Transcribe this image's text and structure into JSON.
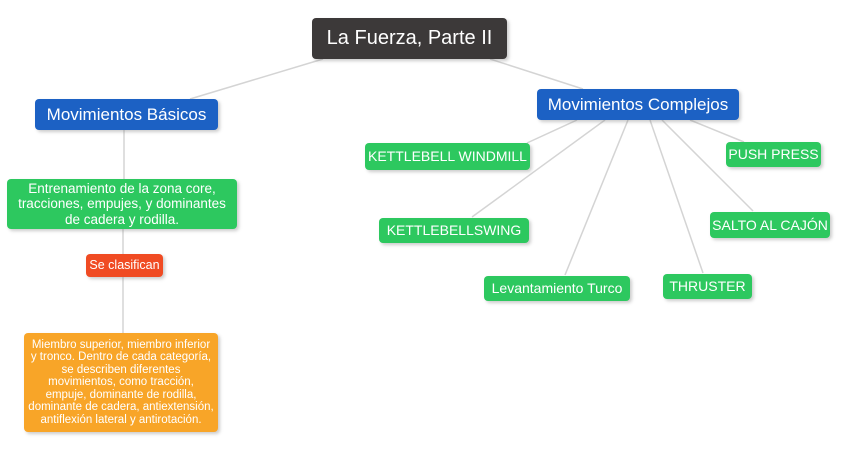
{
  "diagram": {
    "nodes": {
      "root": {
        "label": "La Fuerza, Parte II"
      },
      "basicos": {
        "label": "Movimientos Básicos"
      },
      "complejos": {
        "label": "Movimientos Complejos"
      },
      "basicos_descripcion": {
        "label": "Entrenamiento de la zona core, tracciones, empujes, y dominantes de cadera y rodilla."
      },
      "se_clasifican": {
        "label": "Se clasifican"
      },
      "clasificacion_nota": {
        "label": "Miembro superior, miembro inferior y tronco. Dentro de cada categoría, se describen diferentes movimientos, como tracción, empuje, dominante de rodilla, dominante de cadera, antiextensión, antiflexión lateral y antirotación."
      },
      "kettlebell_windmill": {
        "label": "KETTLEBELL WINDMILL"
      },
      "push_press": {
        "label": "PUSH PRESS"
      },
      "kettlebellswing": {
        "label": "KETTLEBELLSWING"
      },
      "salto_al_cajon": {
        "label": "SALTO AL CAJÓN"
      },
      "levantamiento_turco": {
        "label": "Levantamiento Turco"
      },
      "thruster": {
        "label": "THRUSTER"
      }
    },
    "colors": {
      "root_bg": "#3c3939",
      "branch_bg": "#1c61c4",
      "leaf_bg": "#2dc85f",
      "connector_bg": "#f04b23",
      "note_bg": "#f8a528",
      "text": "#ffffff",
      "line": "#d4d4d4",
      "background": "#ffffff"
    }
  }
}
